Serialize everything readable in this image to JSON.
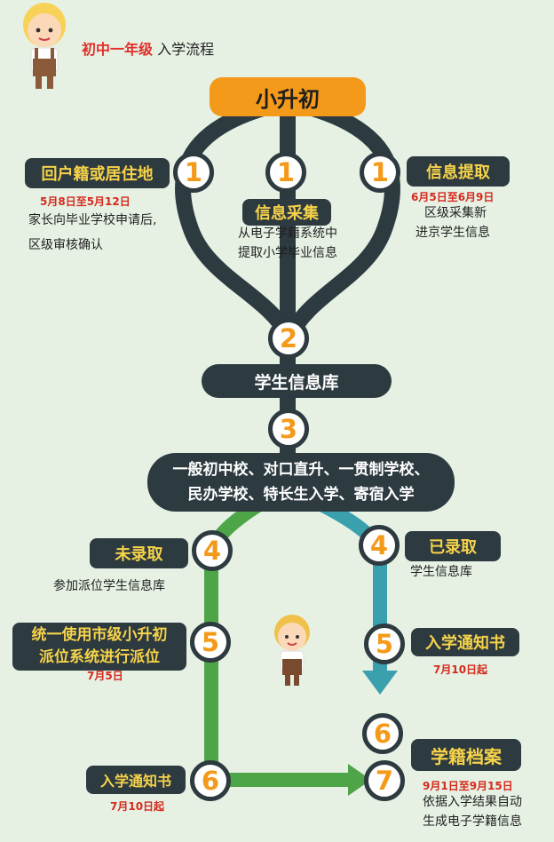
{
  "header": {
    "title_red": "初中一年级",
    "title_black": "入学流程"
  },
  "start": "小升初",
  "steps": {
    "household": {
      "number": "1",
      "label": "回户籍或居住地",
      "date": "5月8日至5月12日",
      "desc1": "家长向毕业学校申请后,",
      "desc2": "区级审核确认"
    },
    "collect": {
      "number": "1",
      "label": "信息采集",
      "desc1": "从电子学籍系统中",
      "desc2": "提取小学毕业信息"
    },
    "extract": {
      "number": "1",
      "label": "信息提取",
      "date": "6月5日至6月9日",
      "desc1": "区级采集新",
      "desc2": "进京学生信息"
    },
    "database": {
      "number": "2",
      "label": "学生信息库"
    },
    "schools": {
      "number": "3",
      "line1": "一般初中校、对口直升、一贯制学校、",
      "line2": "民办学校、特长生入学、寄宿入学"
    },
    "not_admitted": {
      "number": "4",
      "label": "未录取",
      "desc": "参加派位学生信息库"
    },
    "admitted": {
      "number": "4",
      "label": "已录取",
      "desc": "学生信息库"
    },
    "lottery": {
      "number": "5",
      "line1": "统一使用市级小升初",
      "line2": "派位系统进行派位",
      "date": "7月5日"
    },
    "notice_right": {
      "number": "5",
      "label": "入学通知书",
      "date": "7月10日起"
    },
    "merge": {
      "number": "6"
    },
    "notice_left": {
      "number": "6",
      "label": "入学通知书",
      "date": "7月10日起"
    },
    "archive": {
      "number": "7",
      "label": "学籍档案",
      "date": "9月1日至9月15日",
      "desc1": "依据入学结果自动",
      "desc2": "生成电子学籍信息"
    }
  },
  "colors": {
    "background": "#e6f1e4",
    "dark": "#2d3a40",
    "orange": "#f49a1a",
    "green": "#4ea547",
    "teal": "#3aa0ad",
    "yellow_text": "#f6d34a",
    "red_text": "#d52a1d"
  }
}
